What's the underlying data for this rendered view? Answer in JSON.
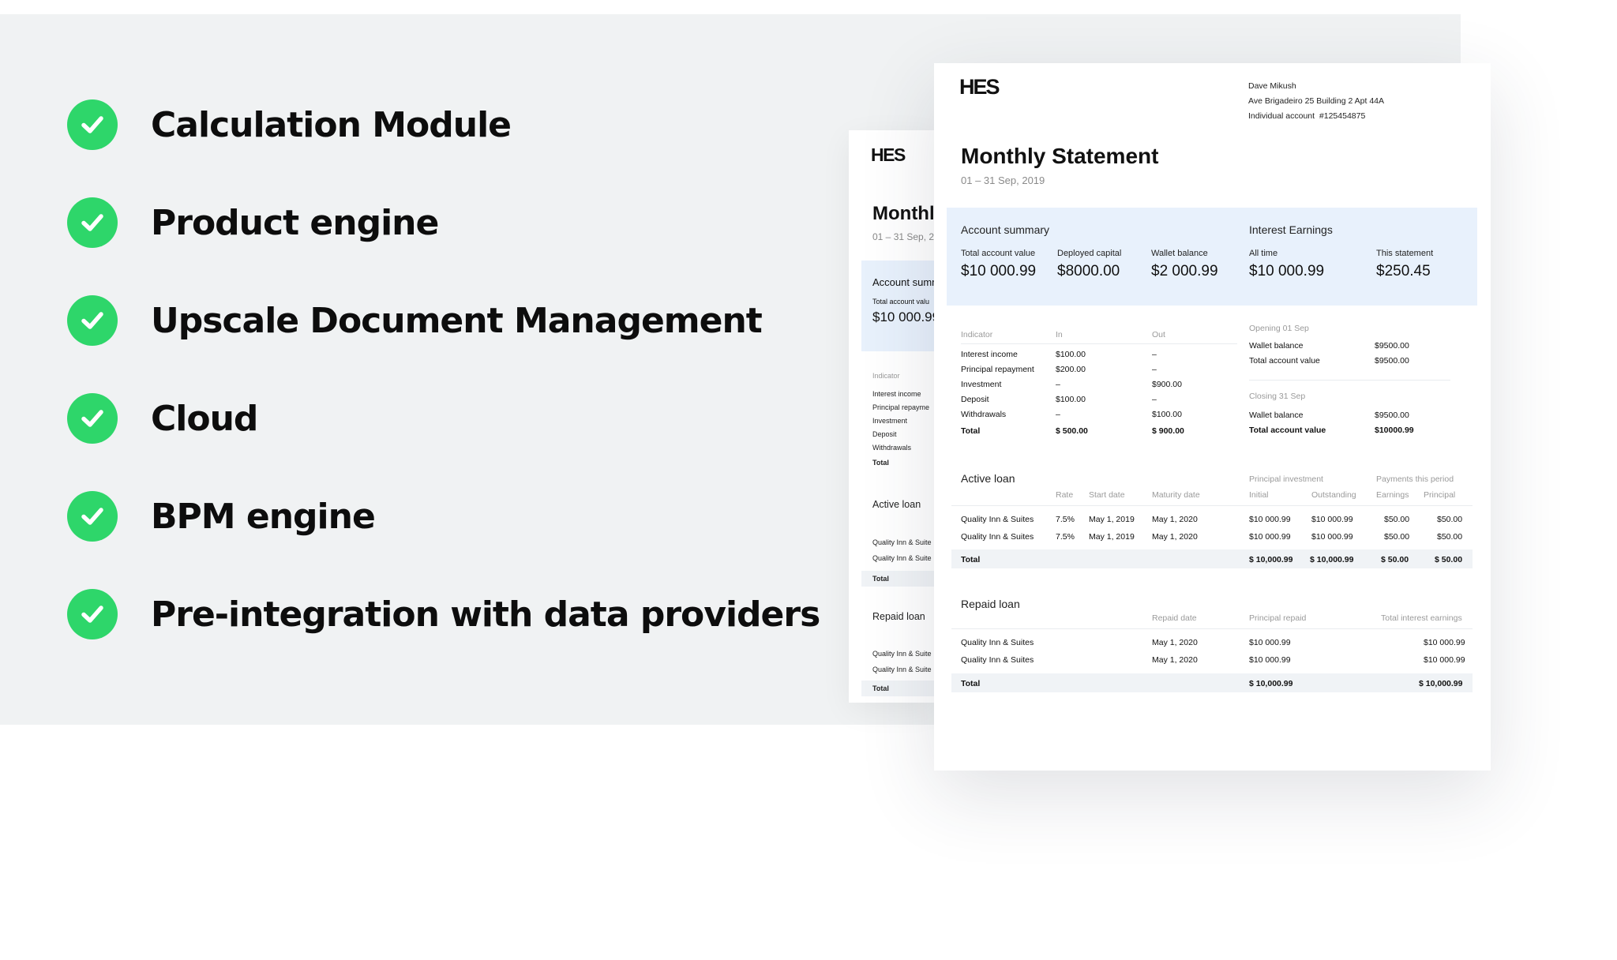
{
  "features": [
    {
      "label": "Calculation Module",
      "icon": "check-circle-icon"
    },
    {
      "label": "Product engine",
      "icon": "check-circle-icon"
    },
    {
      "label": "Upscale Document Management",
      "icon": "check-circle-icon"
    },
    {
      "label": "Cloud",
      "icon": "check-circle-icon"
    },
    {
      "label": "BPM engine",
      "icon": "check-circle-icon"
    },
    {
      "label": "Pre-integration with data providers",
      "icon": "check-circle-icon"
    }
  ],
  "colors": {
    "check": "#2ed66a",
    "panel": "#f0f2f3",
    "summary_band": "#e8f1fc",
    "total_bar": "#f0f3f6"
  },
  "back_doc": {
    "logo": "HES",
    "title": "Monthl",
    "date": "01 – 31 Sep, 2",
    "summary_title": "Account summ",
    "summary_key": "Total account valu",
    "summary_value": "$10 000.99",
    "indicator_header": "Indicator",
    "indicators": [
      "Interest income",
      "Principal repayme",
      "Investment",
      "Deposit",
      "Withdrawals"
    ],
    "total": "Total",
    "active_loan": "Active loan",
    "active_rows": [
      "Quality Inn & Suite",
      "Quality Inn & Suite"
    ],
    "repaid_loan": "Repaid loan",
    "repaid_rows": [
      "Quality Inn & Suite",
      "Quality Inn & Suite"
    ]
  },
  "doc": {
    "logo": "HES",
    "address": {
      "name": "Dave Mikush",
      "street": "Ave Brigadeiro 25 Building 2 Apt 44A",
      "account_label": "Individual account",
      "account_number": "#125454875"
    },
    "title": "Monthly Statement",
    "period": "01 – 31 Sep, 2019",
    "account_summary": {
      "heading": "Account summary",
      "items": [
        {
          "label": "Total account value",
          "value": "$10 000.99"
        },
        {
          "label": "Deployed capital",
          "value": "$8000.00"
        },
        {
          "label": "Wallet balance",
          "value": "$2 000.99"
        }
      ]
    },
    "interest_earnings": {
      "heading": "Interest Earnings",
      "items": [
        {
          "label": "All time",
          "value": "$10 000.99"
        },
        {
          "label": "This statement",
          "value": "$250.45"
        }
      ]
    },
    "indicator_table": {
      "headers": [
        "Indicator",
        "In",
        "Out"
      ],
      "rows": [
        [
          "Interest income",
          "$100.00",
          "–"
        ],
        [
          "Principal repayment",
          "$200.00",
          "–"
        ],
        [
          "Investment",
          "–",
          "$900.00"
        ],
        [
          "Deposit",
          "$100.00",
          "–"
        ],
        [
          "Withdrawals",
          "–",
          "$100.00"
        ]
      ],
      "total": [
        "Total",
        "$ 500.00",
        "$ 900.00"
      ]
    },
    "opening": {
      "heading": "Opening 01 Sep",
      "rows": [
        [
          "Wallet balance",
          "$9500.00"
        ],
        [
          "Total account value",
          "$9500.00"
        ]
      ]
    },
    "closing": {
      "heading": "Closing 31 Sep",
      "rows": [
        [
          "Wallet balance",
          "$9500.00"
        ],
        [
          "Total account value",
          "$10000.99"
        ]
      ]
    },
    "active_loan": {
      "heading": "Active loan",
      "group_headers": [
        "Principal investment",
        "Payments this period"
      ],
      "headers": [
        "Rate",
        "Start date",
        "Maturity date",
        "Initial",
        "Outstanding",
        "Earnings",
        "Principal"
      ],
      "rows": [
        [
          "Quality Inn & Suites",
          "7.5%",
          "May 1, 2019",
          "May 1, 2020",
          "$10 000.99",
          "$10 000.99",
          "$50.00",
          "$50.00"
        ],
        [
          "Quality Inn & Suites",
          "7.5%",
          "May 1, 2019",
          "May 1, 2020",
          "$10 000.99",
          "$10 000.99",
          "$50.00",
          "$50.00"
        ]
      ],
      "total": [
        "Total",
        "$ 10,000.99",
        "$ 10,000.99",
        "$ 50.00",
        "$ 50.00"
      ]
    },
    "repaid_loan": {
      "heading": "Repaid loan",
      "headers": [
        "Repaid date",
        "Principal repaid",
        "Total interest earnings"
      ],
      "rows": [
        [
          "Quality Inn & Suites",
          "May 1, 2020",
          "$10 000.99",
          "$10 000.99"
        ],
        [
          "Quality Inn & Suites",
          "May 1, 2020",
          "$10 000.99",
          "$10 000.99"
        ]
      ],
      "total": [
        "Total",
        "$ 10,000.99",
        "$ 10,000.99"
      ]
    }
  }
}
